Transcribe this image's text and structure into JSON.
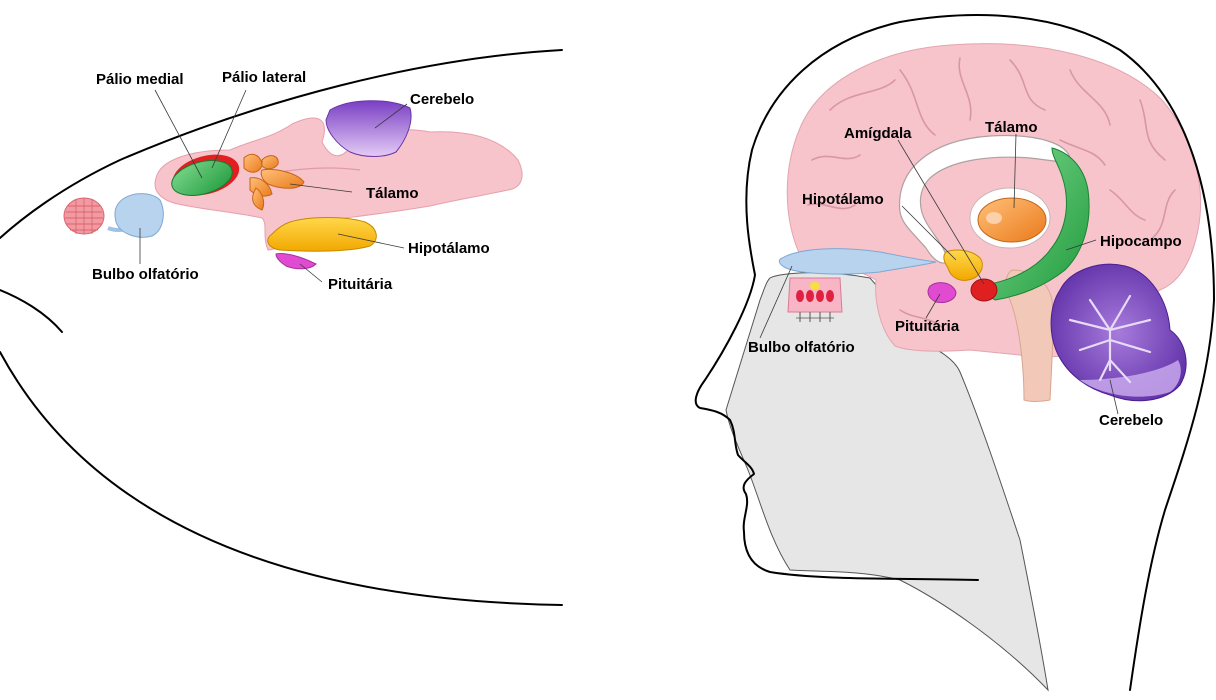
{
  "left_panel": {
    "labels": {
      "palio_medial": "Pálio medial",
      "palio_lateral": "Pálio lateral",
      "cerebelo": "Cerebelo",
      "talamo": "Tálamo",
      "hipotalamo": "Hipotálamo",
      "bulbo_olfatorio": "Bulbo olfatório",
      "pituitaria": "Pituitária"
    }
  },
  "right_panel": {
    "labels": {
      "amigdala": "Amígdala",
      "talamo": "Tálamo",
      "hipotalamo": "Hipotálamo",
      "hipocampo": "Hipocampo",
      "pituitaria": "Pituitária",
      "bulbo_olfatorio": "Bulbo olfatório",
      "cerebelo": "Cerebelo"
    }
  },
  "colors": {
    "brain_pink": "#f7c4cc",
    "hypothalamus_yellow": "#f5c000",
    "cerebellum_purple": "#8e5cc9",
    "olfactory_blue": "#b7d3ee",
    "thalamus_orange": "#f08a2c",
    "pallium_green": "#2fb04e",
    "pallium_red": "#e02020",
    "pituitary_magenta": "#e04bd1",
    "face_gray": "#e6e6e6"
  }
}
